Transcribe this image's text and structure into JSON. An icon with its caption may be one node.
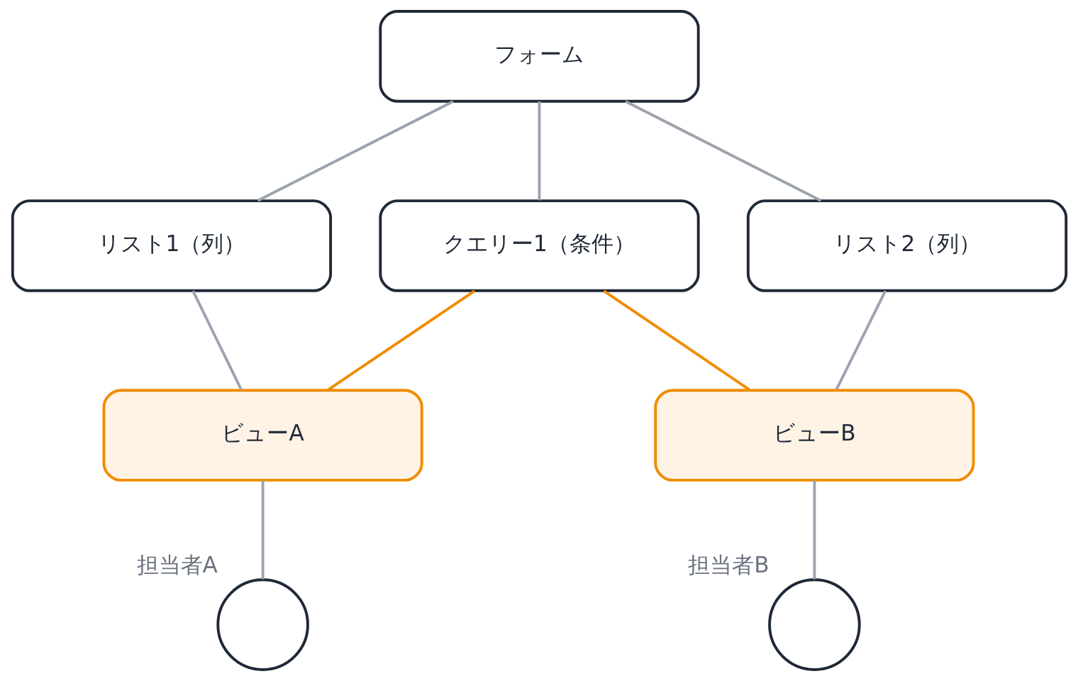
{
  "diagram": {
    "nodes": [
      {
        "text": [
          "フォーム"
        ]
      },
      {
        "text": [
          "クエリー1（条件）"
        ]
      },
      {
        "text": [
          "リスト1（列）"
        ]
      },
      {
        "text": [
          "リスト2（列）"
        ]
      },
      {
        "text": [
          "ビューA"
        ]
      },
      {
        "text": [
          "ビューB"
        ]
      },
      {
        "text": [],
        "shape": "person",
        "beside": [
          "担当者A"
        ]
      },
      {
        "text": [],
        "shape": "person",
        "beside": [
          "担当者B"
        ]
      }
    ],
    "edges": [
      {
        "from": 0,
        "to": 1,
        "arrow": "none"
      },
      {
        "from": 0,
        "to": 2,
        "arrow": "none"
      },
      {
        "from": 0,
        "to": 3,
        "arrow": "none"
      },
      {
        "from": 1,
        "to": 4,
        "arrow": "none",
        "color": "#f08c00"
      },
      {
        "from": 1,
        "to": 5,
        "arrow": "none",
        "color": "#f08c00"
      },
      {
        "from": 2,
        "to": 4,
        "arrow": "none"
      },
      {
        "from": 3,
        "to": 5,
        "arrow": "none"
      },
      {
        "from": 4,
        "to": 6,
        "arrow": "none"
      },
      {
        "from": 5,
        "to": 7,
        "arrow": "none"
      }
    ]
  }
}
